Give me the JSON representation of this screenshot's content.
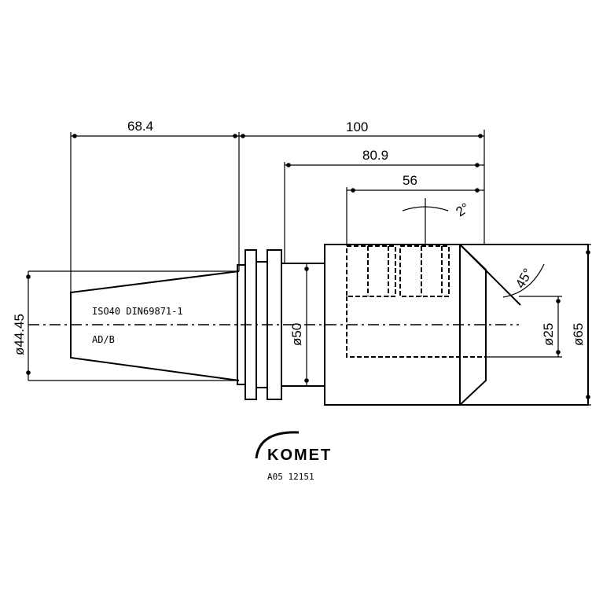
{
  "drawing": {
    "dimensions": {
      "len_taper": "68.4",
      "len_total": "100",
      "len_body": "80.9",
      "len_bore": "56",
      "angle_small": "2°",
      "angle_chamfer": "45°",
      "dia_taper": "ø44.45",
      "dia_neck": "ø50",
      "dia_bore": "ø25",
      "dia_body": "ø65"
    },
    "notes": {
      "standard": "ISO40 DIN69871-1",
      "form": "AD/B"
    },
    "logo": {
      "brand": "KOMET",
      "part_number": "A05 12151"
    }
  }
}
